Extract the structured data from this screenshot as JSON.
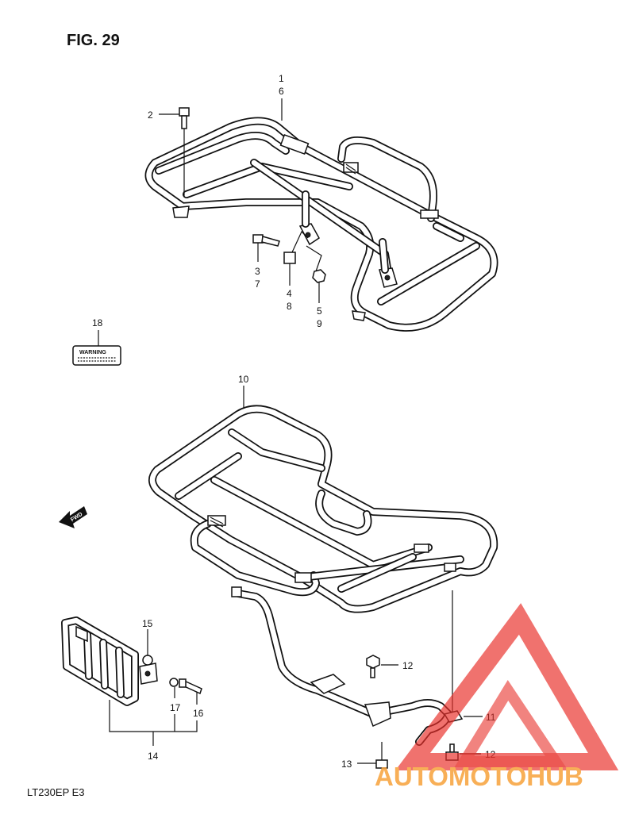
{
  "figure": {
    "title": "FIG. 29",
    "model_code": "LT230EP  E3"
  },
  "callouts": {
    "c1": "1",
    "c6": "6",
    "c2": "2",
    "c3": "3",
    "c7": "7",
    "c4": "4",
    "c8": "8",
    "c5": "5",
    "c9": "9",
    "c18": "18",
    "c10": "10",
    "c15": "15",
    "c17": "17",
    "c16": "16",
    "c14": "14",
    "c12a": "12",
    "c11": "11",
    "c12b": "12",
    "c13": "13"
  },
  "warning_label": {
    "text": "WARNING"
  },
  "direction": {
    "text": "FWD"
  },
  "watermark": {
    "text": "AUTOMOTOHUB",
    "accent": "#e8302a",
    "gray": "#7a7a7a",
    "orange": "#f7a23a"
  }
}
